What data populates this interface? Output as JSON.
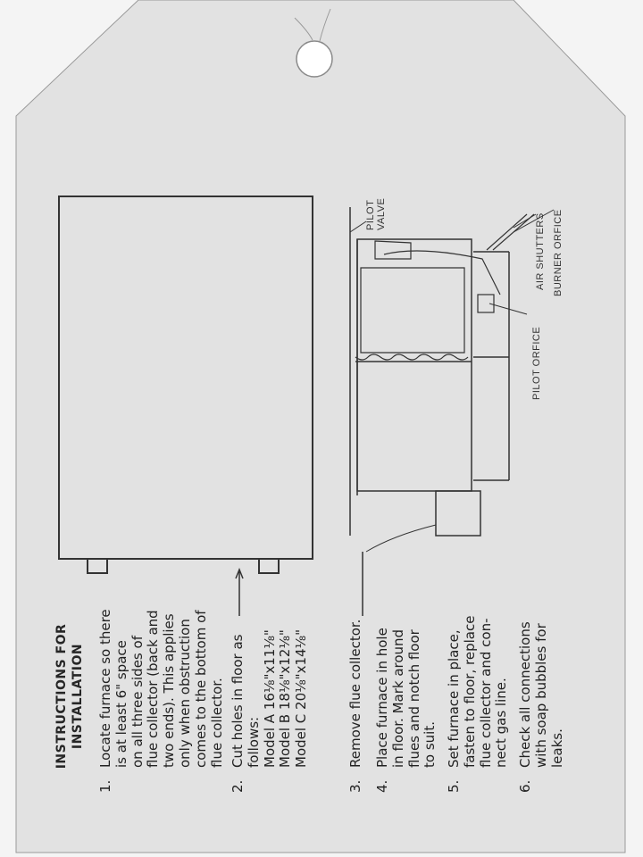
{
  "card": {
    "title_line1": "INSTRUCTIONS FOR",
    "title_line2": "INSTALLATION"
  },
  "steps": [
    {
      "number": "1.",
      "lines": [
        "Locate furnace so there",
        "is at least 6\" space",
        "on all three sides of",
        "flue collector (back and",
        "two ends). This applies",
        "only when obstruction",
        "comes to the bottom of",
        "flue collector."
      ]
    },
    {
      "number": "2.",
      "lines": [
        "Cut holes in floor as",
        "follows:",
        "Model A 16⅛\"x11⅛\"",
        "Model B 18⅛\"x12⅛\"",
        "Model C 20⅛\"x14⅛\""
      ]
    },
    {
      "number": "3.",
      "lines": [
        "Remove flue collector."
      ]
    },
    {
      "number": "4.",
      "lines": [
        "Place furnace in hole",
        "in floor. Mark around",
        "flues and notch floor",
        "to suit."
      ]
    },
    {
      "number": "5.",
      "lines": [
        "Set furnace in place,",
        "fasten to floor, replace",
        "flue collector and con-",
        "nect gas line."
      ]
    },
    {
      "number": "6.",
      "lines": [
        "Check all connections",
        "with soap bubbles for",
        "leaks."
      ]
    }
  ],
  "diagram_labels": {
    "pilot_valve_1": "PILOT",
    "pilot_valve_2": "VALVE",
    "air_shutters": "AIR SHUTTERS",
    "burner_orifice": "BURNER ORFICE",
    "pilot_orifice": "PILOT ORFICE"
  }
}
